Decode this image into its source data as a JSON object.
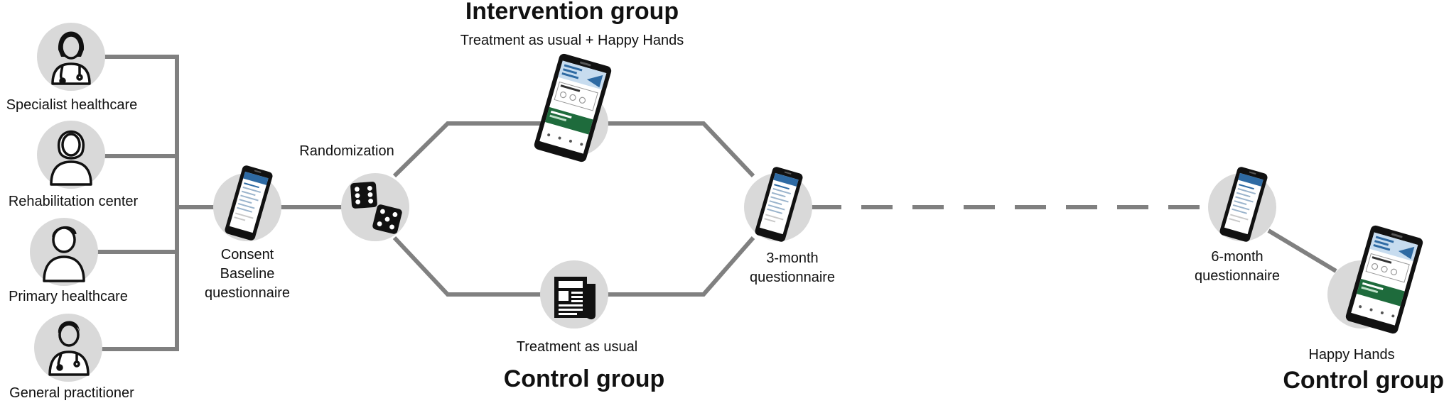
{
  "sources": {
    "specialist": "Specialist healthcare",
    "rehab": "Rehabilitation center",
    "primary": "Primary healthcare",
    "gp": "General practitioner"
  },
  "consent": {
    "line1": "Consent",
    "line2": "Baseline",
    "line3": "questionnaire"
  },
  "randomization": "Randomization",
  "intervention": {
    "title": "Intervention group",
    "subtitle": "Treatment as usual + Happy Hands"
  },
  "control": {
    "title": "Control group",
    "subtitle": "Treatment as usual"
  },
  "followup_3m": {
    "line1": "3-month",
    "line2": "questionnaire"
  },
  "followup_6m": {
    "line1": "6-month",
    "line2": "questionnaire"
  },
  "crossover": {
    "subtitle": "Happy Hands",
    "title": "Control group"
  },
  "colors": {
    "line": "#808080",
    "circle": "#d9d9d9",
    "icon": "#111111",
    "app_blue": "#2e6aa3",
    "app_green": "#1e6b3c"
  }
}
